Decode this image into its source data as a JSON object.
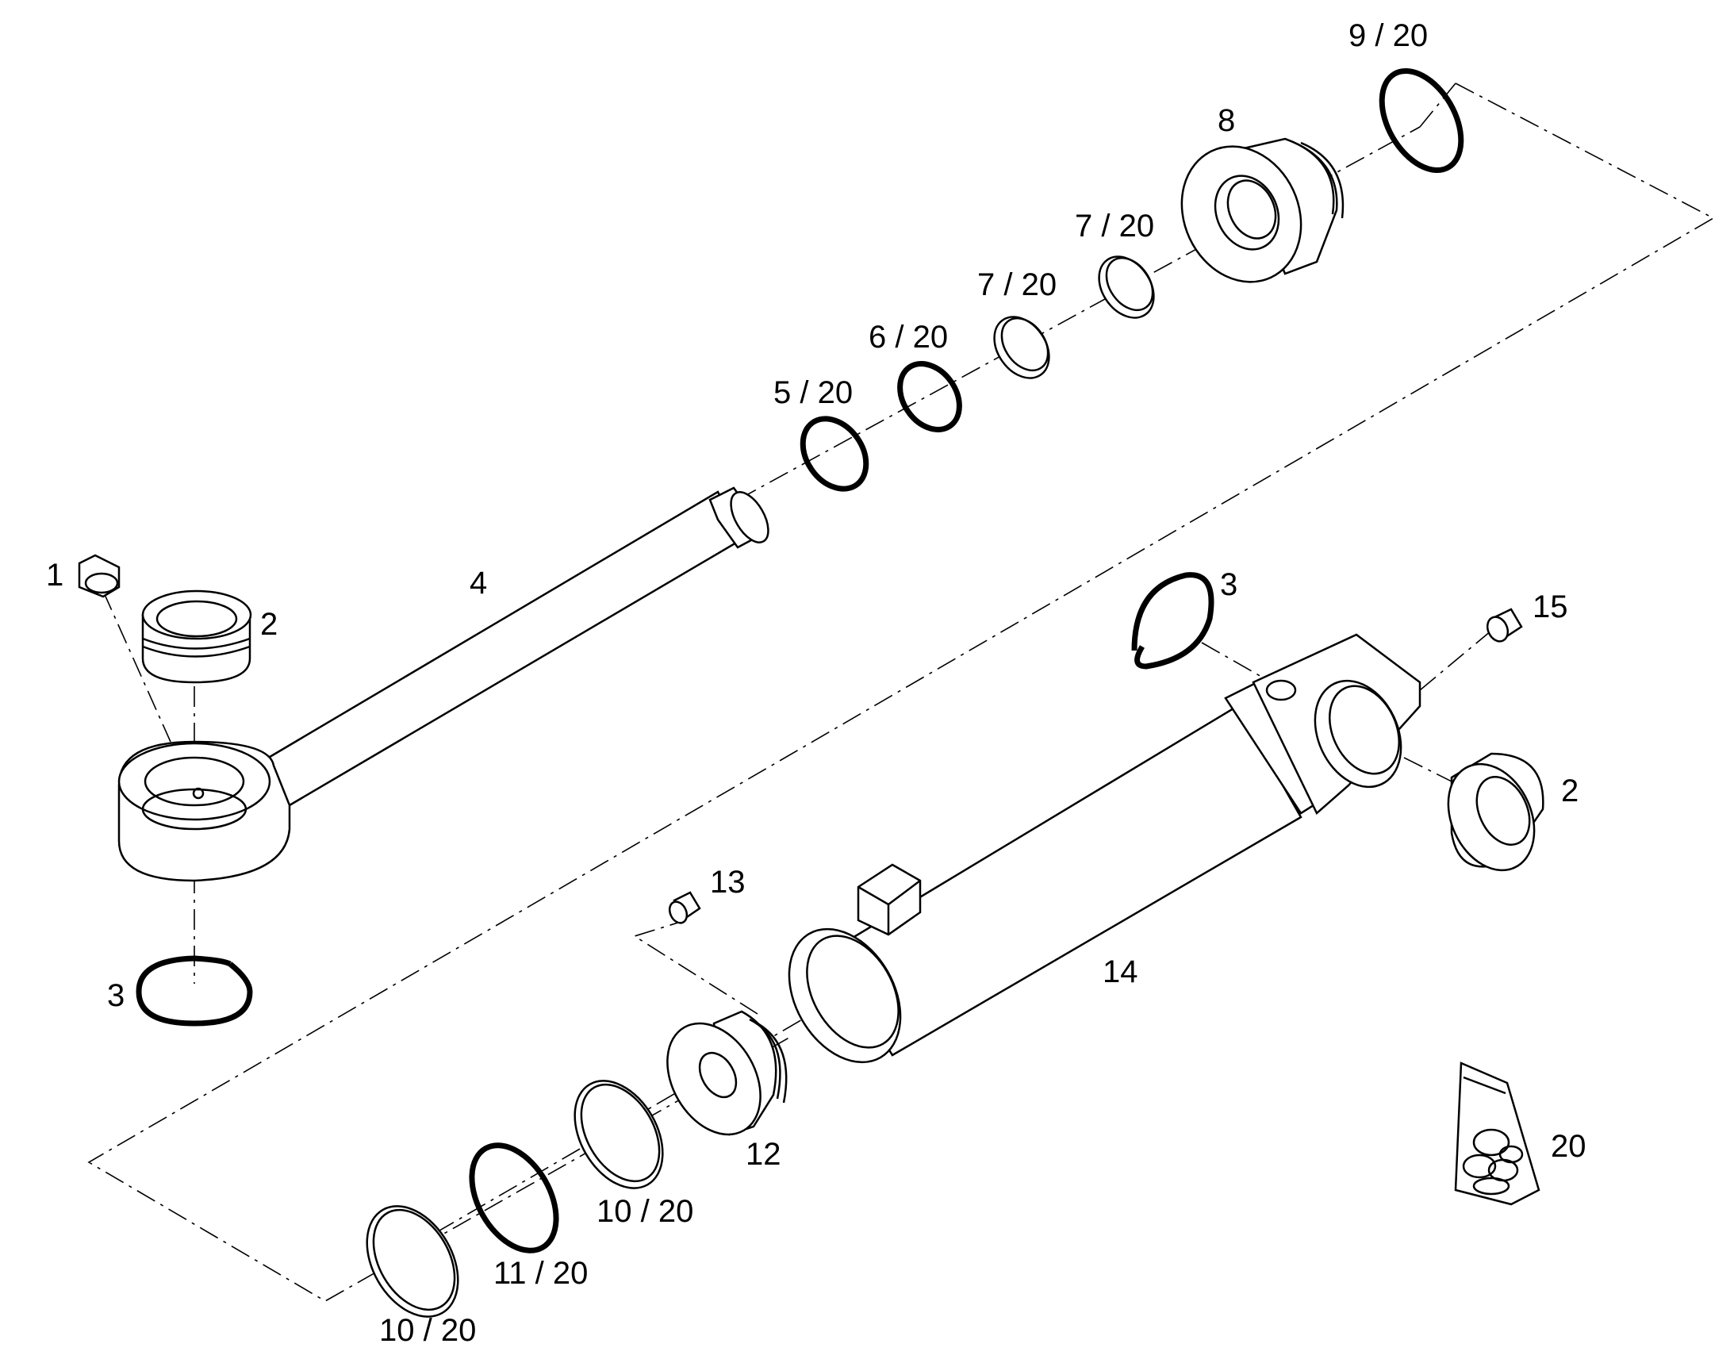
{
  "diagram": {
    "labels": {
      "p1": "1",
      "p2_left": "2",
      "p2_right": "2",
      "p3_left": "3",
      "p3_right": "3",
      "p4": "4",
      "p5": "5 / 20",
      "p6": "6 / 20",
      "p7a": "7 / 20",
      "p7b": "7 / 20",
      "p8": "8",
      "p9": "9 / 20",
      "p10a": "10 / 20",
      "p10b": "10 / 20",
      "p11": "11 / 20",
      "p12": "12",
      "p13": "13",
      "p14": "14",
      "p15": "15",
      "p20": "20"
    },
    "line_color": "#000000",
    "background": "#ffffff"
  }
}
